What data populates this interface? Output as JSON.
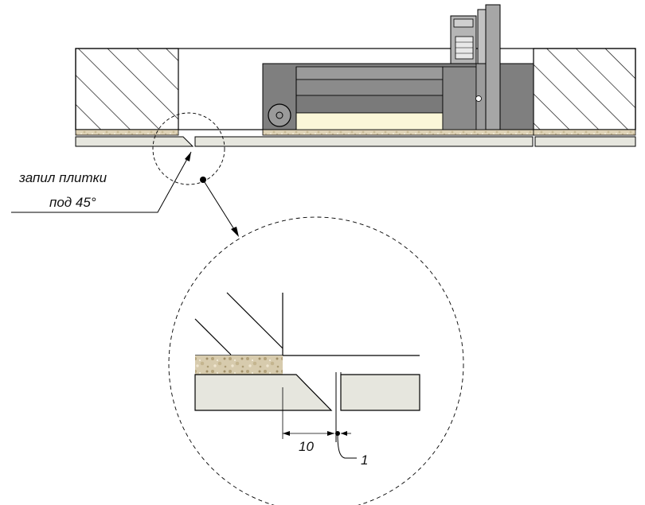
{
  "callout": {
    "line1": "запил плитки",
    "line2": "под 45°"
  },
  "detail": {
    "dimension_10": "10",
    "gap_label": "1"
  },
  "colors": {
    "hatch_stroke": "#000000",
    "adhesive_fill": "#d9ccb0",
    "tile_fill": "#e6e6de",
    "mechanism_dark": "#7a7a7a",
    "mechanism_mid": "#9c9c9c",
    "mechanism_light": "#b5b5b5",
    "cream_fill": "#fbf7d8"
  }
}
